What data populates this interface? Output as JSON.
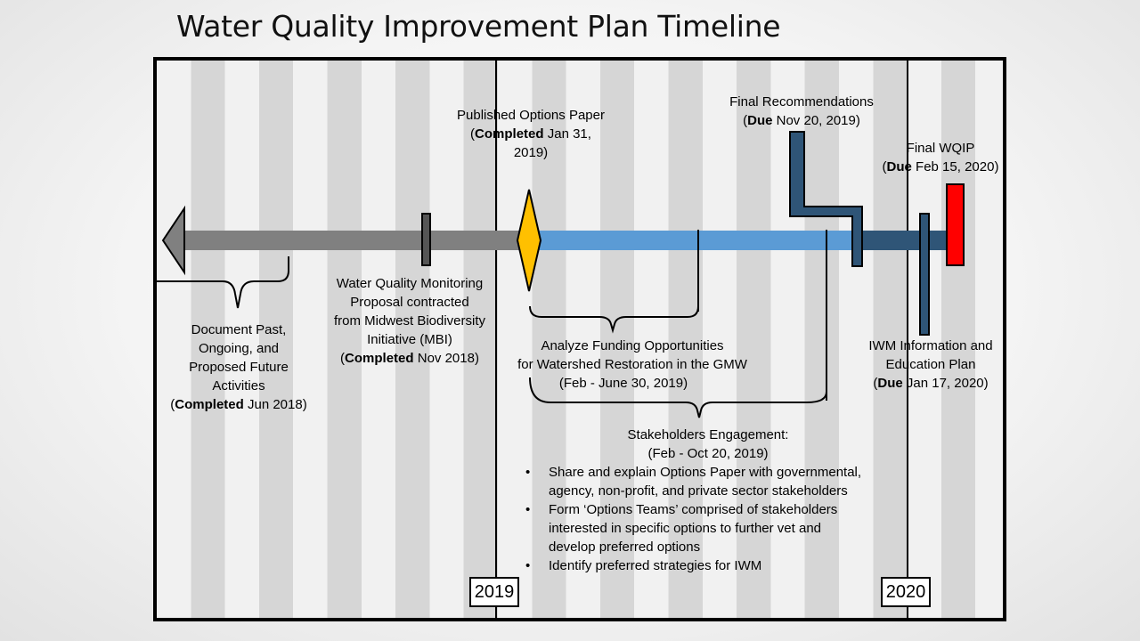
{
  "title": "Water Quality Improvement Plan Timeline",
  "years": [
    "2019",
    "2020"
  ],
  "colors": {
    "past_bar": "#808080",
    "current_bar": "#5b9bd5",
    "future_bar": "#2f5577",
    "diamond": "#ffc000",
    "final_marker": "#ff0000"
  },
  "milestones": {
    "document_past": {
      "lines": [
        "Document Past,",
        "Ongoing, and",
        "Proposed Future",
        "Activities"
      ],
      "status": "Completed",
      "date": " Jun 2018"
    },
    "wq_monitoring": {
      "lines": [
        "Water Quality Monitoring",
        "Proposal contracted",
        "from Midwest Biodiversity",
        "Initiative (MBI)"
      ],
      "status": "Completed",
      "date": " Nov 2018"
    },
    "options_paper": {
      "line1": "Published Options Paper",
      "open": "(",
      "status": "Completed",
      "date": " Jan 31,",
      "line3": "2019)"
    },
    "final_recommendations": {
      "line1": "Final Recommendations",
      "open": "(",
      "status": "Due",
      "date": " Nov 20, 2019)"
    },
    "final_wqip": {
      "line1": "Final WQIP",
      "open": "(",
      "status": "Due",
      "date": " Feb 15, 2020)"
    },
    "funding": {
      "lines": [
        "Analyze Funding Opportunities",
        "for Watershed Restoration in the GMW",
        "(Feb - June 30, 2019)"
      ]
    },
    "iwm_plan": {
      "lines": [
        "IWM Information and",
        "Education Plan"
      ],
      "open": "(",
      "status": "Due",
      "date": " Jan 17, 2020)"
    },
    "stakeholders": {
      "lines": [
        "Stakeholders Engagement:",
        "(Feb - Oct 20, 2019)"
      ],
      "bullets": [
        [
          "Share and explain Options Paper with governmental,",
          "agency, non-profit, and private sector stakeholders"
        ],
        [
          "Form ‘Options Teams’ comprised of stakeholders",
          "interested in specific options to further vet and",
          "develop preferred options"
        ],
        [
          "Identify preferred strategies for IWM"
        ]
      ]
    }
  }
}
